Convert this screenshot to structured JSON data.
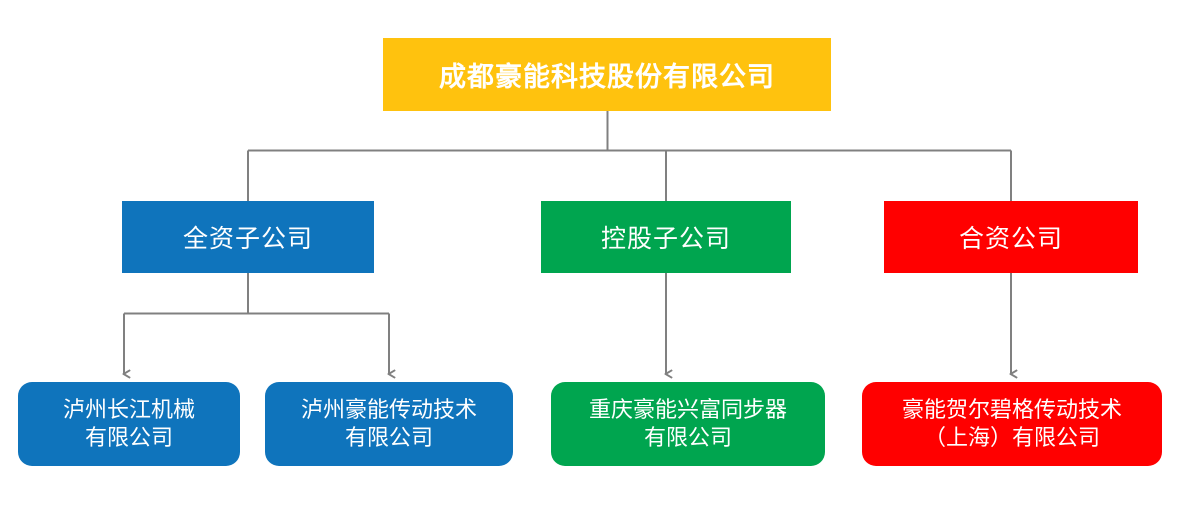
{
  "diagram": {
    "type": "organization-chart",
    "orientation": "top-down",
    "connector_color": "#808080",
    "background": "#ffffff"
  },
  "root": {
    "label": "成都豪能科技股份有限公司",
    "color": "#FFC20E",
    "text_color": "#ffffff"
  },
  "categories": [
    {
      "id": "wholly-owned",
      "label": "全资子公司",
      "color": "#0F74BC",
      "text_color": "#ffffff"
    },
    {
      "id": "holding",
      "label": "控股子公司",
      "color": "#00A54F",
      "text_color": "#ffffff"
    },
    {
      "id": "joint-venture",
      "label": "合资公司",
      "color": "#FF0000",
      "text_color": "#ffffff"
    }
  ],
  "subsidiaries": [
    {
      "id": "luzhou-changjiang",
      "parent": "wholly-owned",
      "label": "泸州长江机械\n有限公司",
      "color": "#0F74BC",
      "text_color": "#ffffff"
    },
    {
      "id": "luzhou-haoneng-transmission",
      "parent": "wholly-owned",
      "label": "泸州豪能传动技术\n有限公司",
      "color": "#0F74BC",
      "text_color": "#ffffff"
    },
    {
      "id": "chongqing-xingfu",
      "parent": "holding",
      "label": "重庆豪能兴富同步器\n有限公司",
      "color": "#00A54F",
      "text_color": "#ffffff"
    },
    {
      "id": "haoneng-hoerbiger",
      "parent": "joint-venture",
      "label": "豪能贺尔碧格传动技术\n（上海）有限公司",
      "color": "#FF0000",
      "text_color": "#ffffff"
    }
  ]
}
